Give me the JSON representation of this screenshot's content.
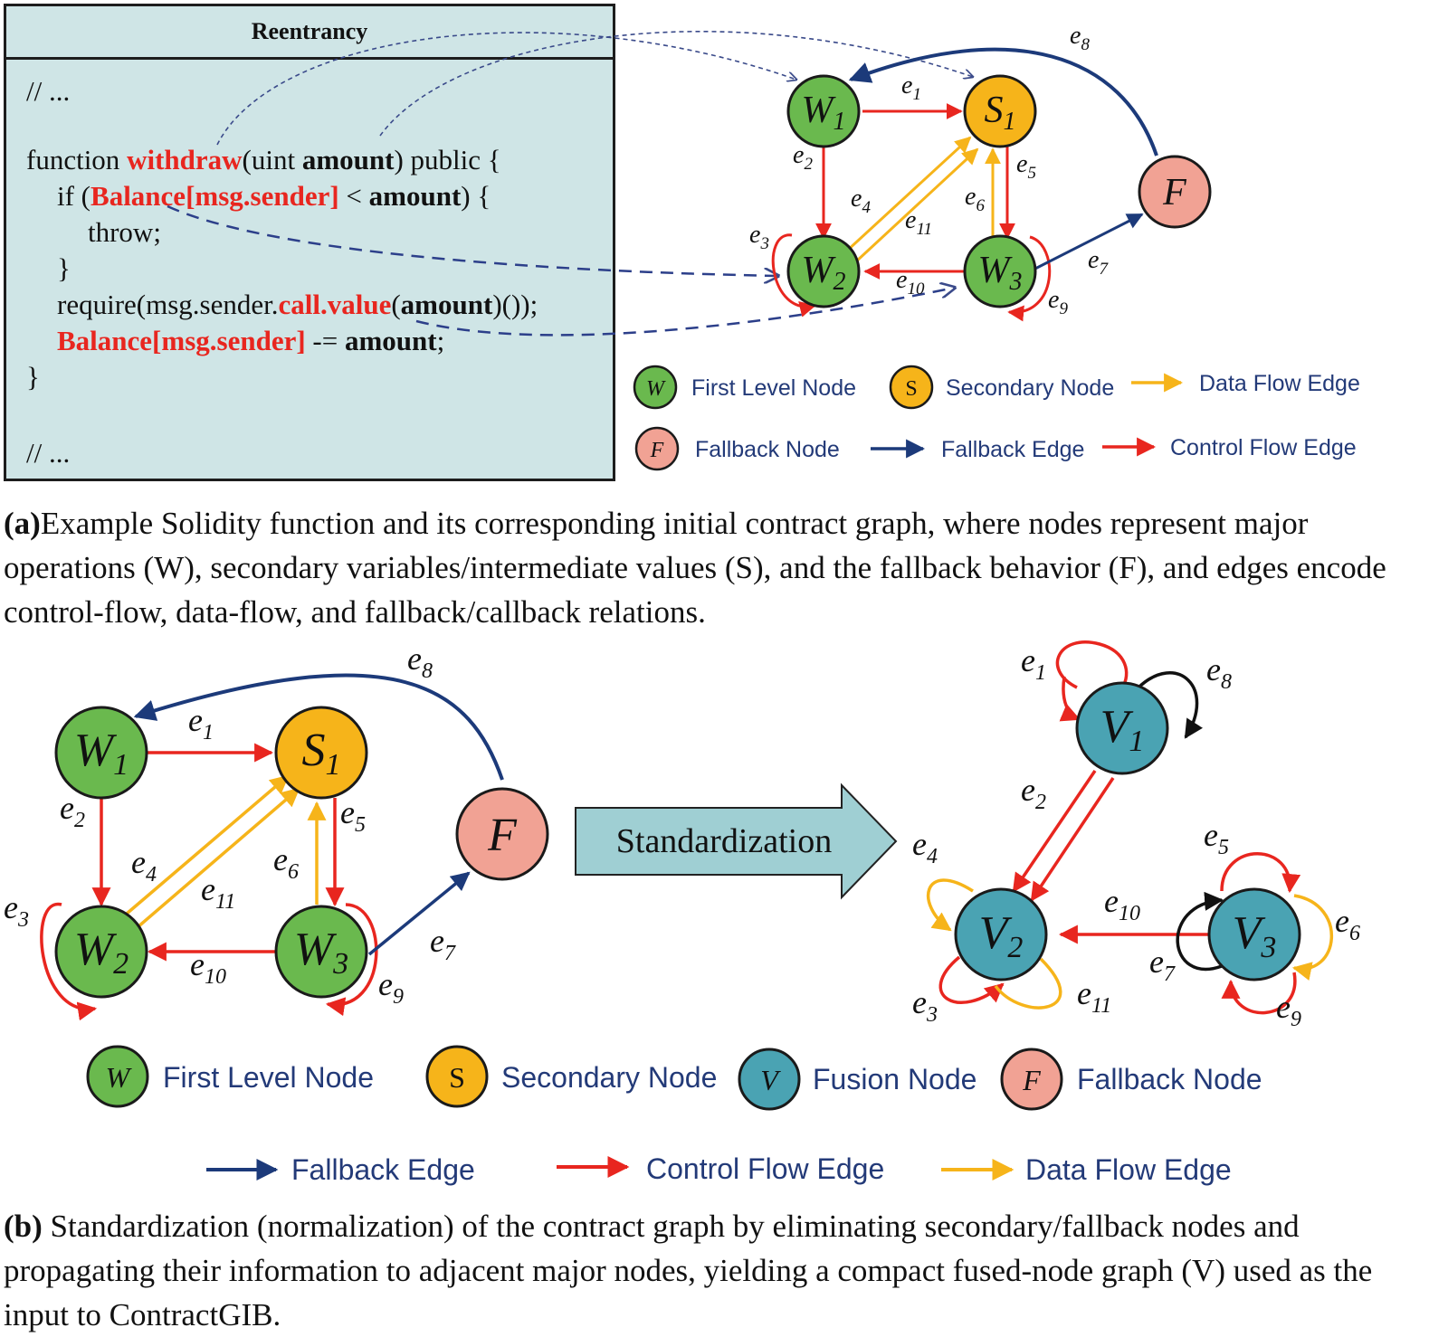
{
  "panel_a": {
    "code": {
      "title": "Reentrancy",
      "comment_top": "// ...",
      "line_fn": [
        "function ",
        "withdraw",
        "(uint ",
        "amount",
        ") public {"
      ],
      "line_if": [
        "if (",
        "Balance[msg.sender]",
        " < ",
        "amount",
        ") {"
      ],
      "line_throw": "throw;",
      "line_close_if": "}",
      "line_require": [
        "require(msg.sender.",
        "call.value",
        "(",
        "amount",
        ")());"
      ],
      "line_balance": [
        "Balance[msg.sender]",
        " -= ",
        "amount",
        ";"
      ],
      "line_close_fn": "}",
      "comment_bottom": "// ..."
    },
    "graph": {
      "nodes": {
        "w1": [
          "W",
          "1"
        ],
        "s1": [
          "S",
          "1"
        ],
        "w2": [
          "W",
          "2"
        ],
        "w3": [
          "W",
          "3"
        ],
        "f": "F"
      },
      "edges": {
        "e1": [
          "e",
          "1"
        ],
        "e2": [
          "e",
          "2"
        ],
        "e3": [
          "e",
          "3"
        ],
        "e4": [
          "e",
          "4"
        ],
        "e5": [
          "e",
          "5"
        ],
        "e6": [
          "e",
          "6"
        ],
        "e7": [
          "e",
          "7"
        ],
        "e8": [
          "e",
          "8"
        ],
        "e9": [
          "e",
          "9"
        ],
        "e10": [
          "e",
          "10"
        ],
        "e11": [
          "e",
          "11"
        ]
      }
    },
    "legend": {
      "first_level_symbol": "W",
      "first_level": "First Level Node",
      "secondary_symbol": "S",
      "secondary": "Secondary Node",
      "data_flow": "Data Flow Edge",
      "fallback_symbol": "F",
      "fallback_node": "Fallback Node",
      "fallback_edge": "Fallback Edge",
      "control_flow": "Control Flow Edge"
    },
    "caption": {
      "label": "(a)",
      "text": "Example Solidity function and its corresponding initial contract graph, where nodes represent major operations (W), secondary variables/intermediate values (S), and the fallback behavior (F), and edges encode control-flow, data-flow, and fallback/callback relations."
    }
  },
  "panel_b": {
    "graph_left": {
      "nodes": {
        "w1": [
          "W",
          "1"
        ],
        "s1": [
          "S",
          "1"
        ],
        "w2": [
          "W",
          "2"
        ],
        "w3": [
          "W",
          "3"
        ],
        "f": "F"
      },
      "edges": {
        "e1": [
          "e",
          "1"
        ],
        "e2": [
          "e",
          "2"
        ],
        "e3": [
          "e",
          "3"
        ],
        "e4": [
          "e",
          "4"
        ],
        "e5": [
          "e",
          "5"
        ],
        "e6": [
          "e",
          "6"
        ],
        "e7": [
          "e",
          "7"
        ],
        "e8": [
          "e",
          "8"
        ],
        "e9": [
          "e",
          "9"
        ],
        "e10": [
          "e",
          "10"
        ],
        "e11": [
          "e",
          "11"
        ]
      }
    },
    "arrow_label": "Standardization",
    "graph_right": {
      "nodes": {
        "v1": [
          "V",
          "1"
        ],
        "v2": [
          "V",
          "2"
        ],
        "v3": [
          "V",
          "3"
        ]
      },
      "edges": {
        "e1": [
          "e",
          "1"
        ],
        "e2": [
          "e",
          "2"
        ],
        "e3": [
          "e",
          "3"
        ],
        "e4": [
          "e",
          "4"
        ],
        "e5": [
          "e",
          "5"
        ],
        "e6": [
          "e",
          "6"
        ],
        "e7": [
          "e",
          "7"
        ],
        "e8": [
          "e",
          "8"
        ],
        "e9": [
          "e",
          "9"
        ],
        "e10": [
          "e",
          "10"
        ],
        "e11": [
          "e",
          "11"
        ]
      }
    },
    "legend": {
      "first_level_symbol": "W",
      "first_level": "First Level Node",
      "secondary_symbol": "S",
      "secondary": "Secondary Node",
      "fusion_symbol": "V",
      "fusion": "Fusion Node",
      "fallback_symbol": "F",
      "fallback_node": "Fallback Node",
      "fallback_edge": "Fallback Edge",
      "control_flow": "Control Flow Edge",
      "data_flow": "Data Flow Edge"
    },
    "caption": {
      "label": "(b)",
      "text": " Standardization (normalization) of the contract graph by eliminating secondary/fallback nodes and propagating their information to adjacent major nodes, yielding a compact fused-node graph (V) used as the input to ContractGIB."
    }
  },
  "colors": {
    "control_flow": "#e8261f",
    "data_flow": "#f6b41a",
    "fallback": "#1c3a7a",
    "first_level_node": "#6ab94e",
    "secondary_node": "#f6b41a",
    "fallback_node": "#f1a294",
    "fusion_node": "#4aa3b3",
    "code_panel_bg": "#cfe5e6",
    "standardization_arrow": "#9fcfd3"
  }
}
